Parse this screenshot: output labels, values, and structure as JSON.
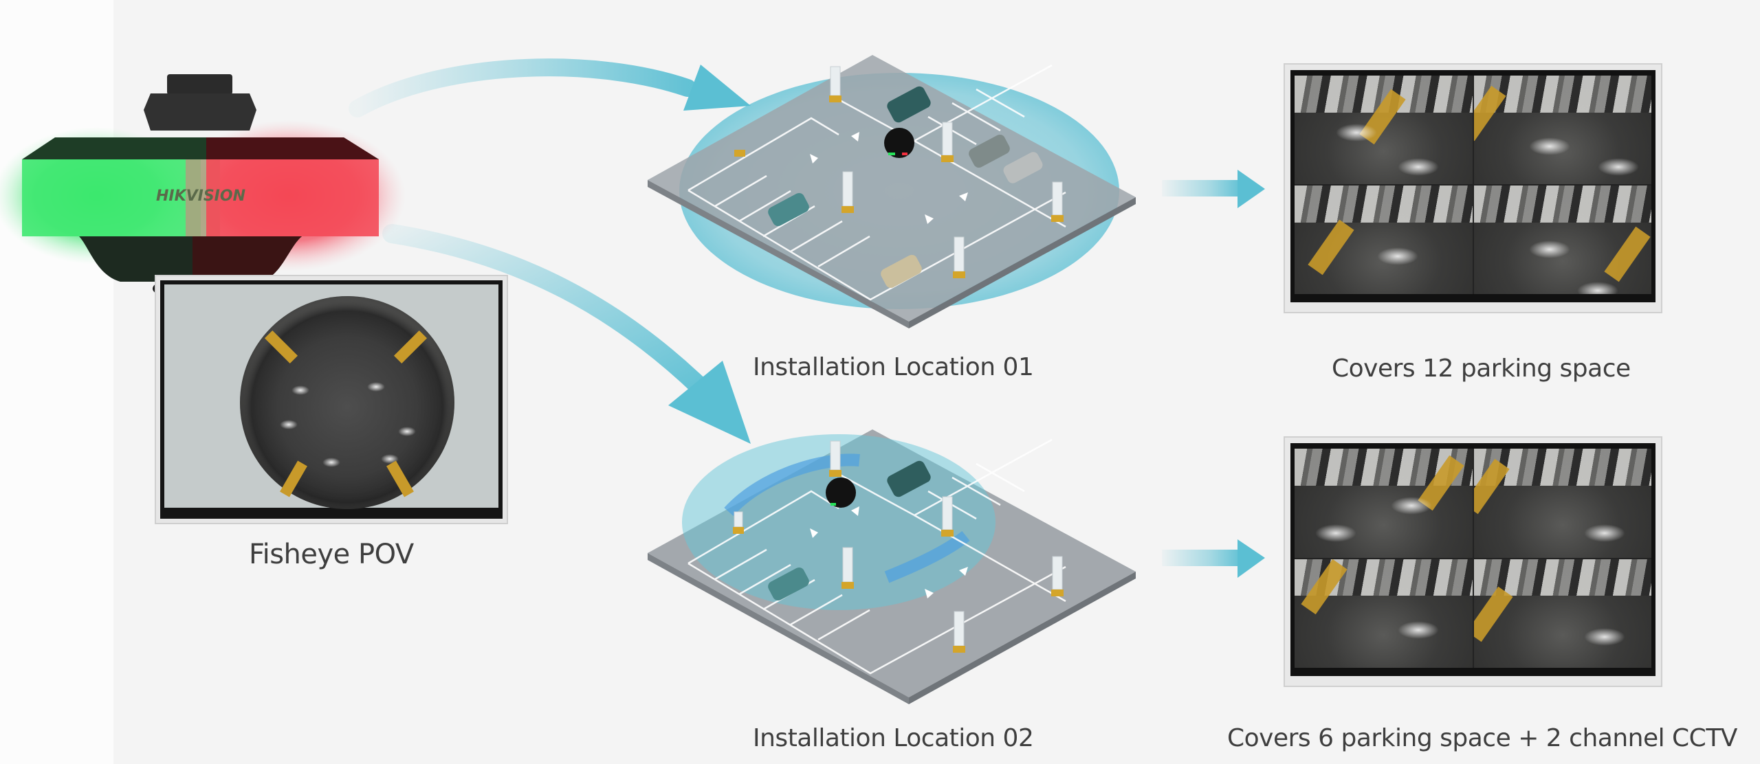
{
  "brand": {
    "logo_text": "HIKVISION"
  },
  "camera": {
    "indicator_colors": {
      "vacant": "#27e35a",
      "occupied": "#f2303f"
    }
  },
  "fisheye_view": {
    "label": "Fisheye POV"
  },
  "locations": [
    {
      "label": "Installation Location 01",
      "coverage_label": "Covers 12 parking space",
      "monitor_channels": 4
    },
    {
      "label": "Installation Location 02",
      "coverage_label": "Covers 6  parking space + 2 channel CCTV",
      "monitor_channels": 4
    }
  ],
  "colors": {
    "arrow": "#5bbfd3",
    "coverage_zone": "#66c6d8",
    "lot_surface": "#a3a8ad",
    "text": "#3e3e3e",
    "background": "#f4f4f4"
  }
}
